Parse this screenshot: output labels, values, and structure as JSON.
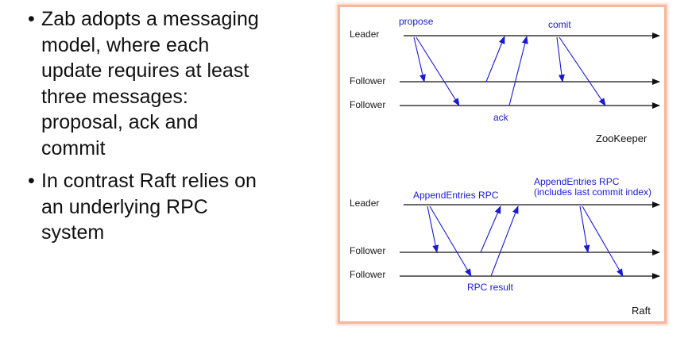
{
  "bullets": [
    {
      "text": "Zab adopts a messaging model, where each update requires at least three messages: proposal, ack and commit",
      "lines": [
        "Zab adopts a messaging",
        "model, where each",
        "update requires at least",
        "three messages:",
        "proposal, ack and",
        "commit"
      ]
    },
    {
      "text": "In contrast Raft relies on an underlying RPC system",
      "lines": [
        "In contrast Raft relies on",
        "an underlying RPC",
        "system"
      ]
    }
  ],
  "bullet_glyph": "•",
  "zookeeper": {
    "title": "ZooKeeper",
    "leader": "Leader",
    "follower1": "Follower",
    "follower2": "Follower",
    "propose": "propose",
    "commit": "comit",
    "ack": "ack"
  },
  "raft": {
    "title": "Raft",
    "leader": "Leader",
    "follower1": "Follower",
    "follower2": "Follower",
    "append1": "AppendEntries RPC",
    "append2_line1": "AppendEntries RPC",
    "append2_line2": "(includes last commit index)",
    "result": "RPC result"
  },
  "colors": {
    "panel_border": "#f6b79c",
    "arrow_blue": "#1a1ad0",
    "timeline": "#111111"
  }
}
